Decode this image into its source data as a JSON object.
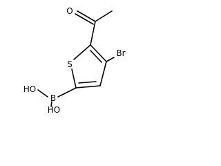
{
  "molecule": {
    "atoms": {
      "oxygen_ketone": "O",
      "sulfur": "S",
      "bromine": "Br",
      "boron": "B",
      "hydroxyl_upper": "HO",
      "hydroxyl_lower": "HO"
    },
    "colors": {
      "bond": "#000000",
      "label": "#000000",
      "background": "#ffffff"
    }
  }
}
